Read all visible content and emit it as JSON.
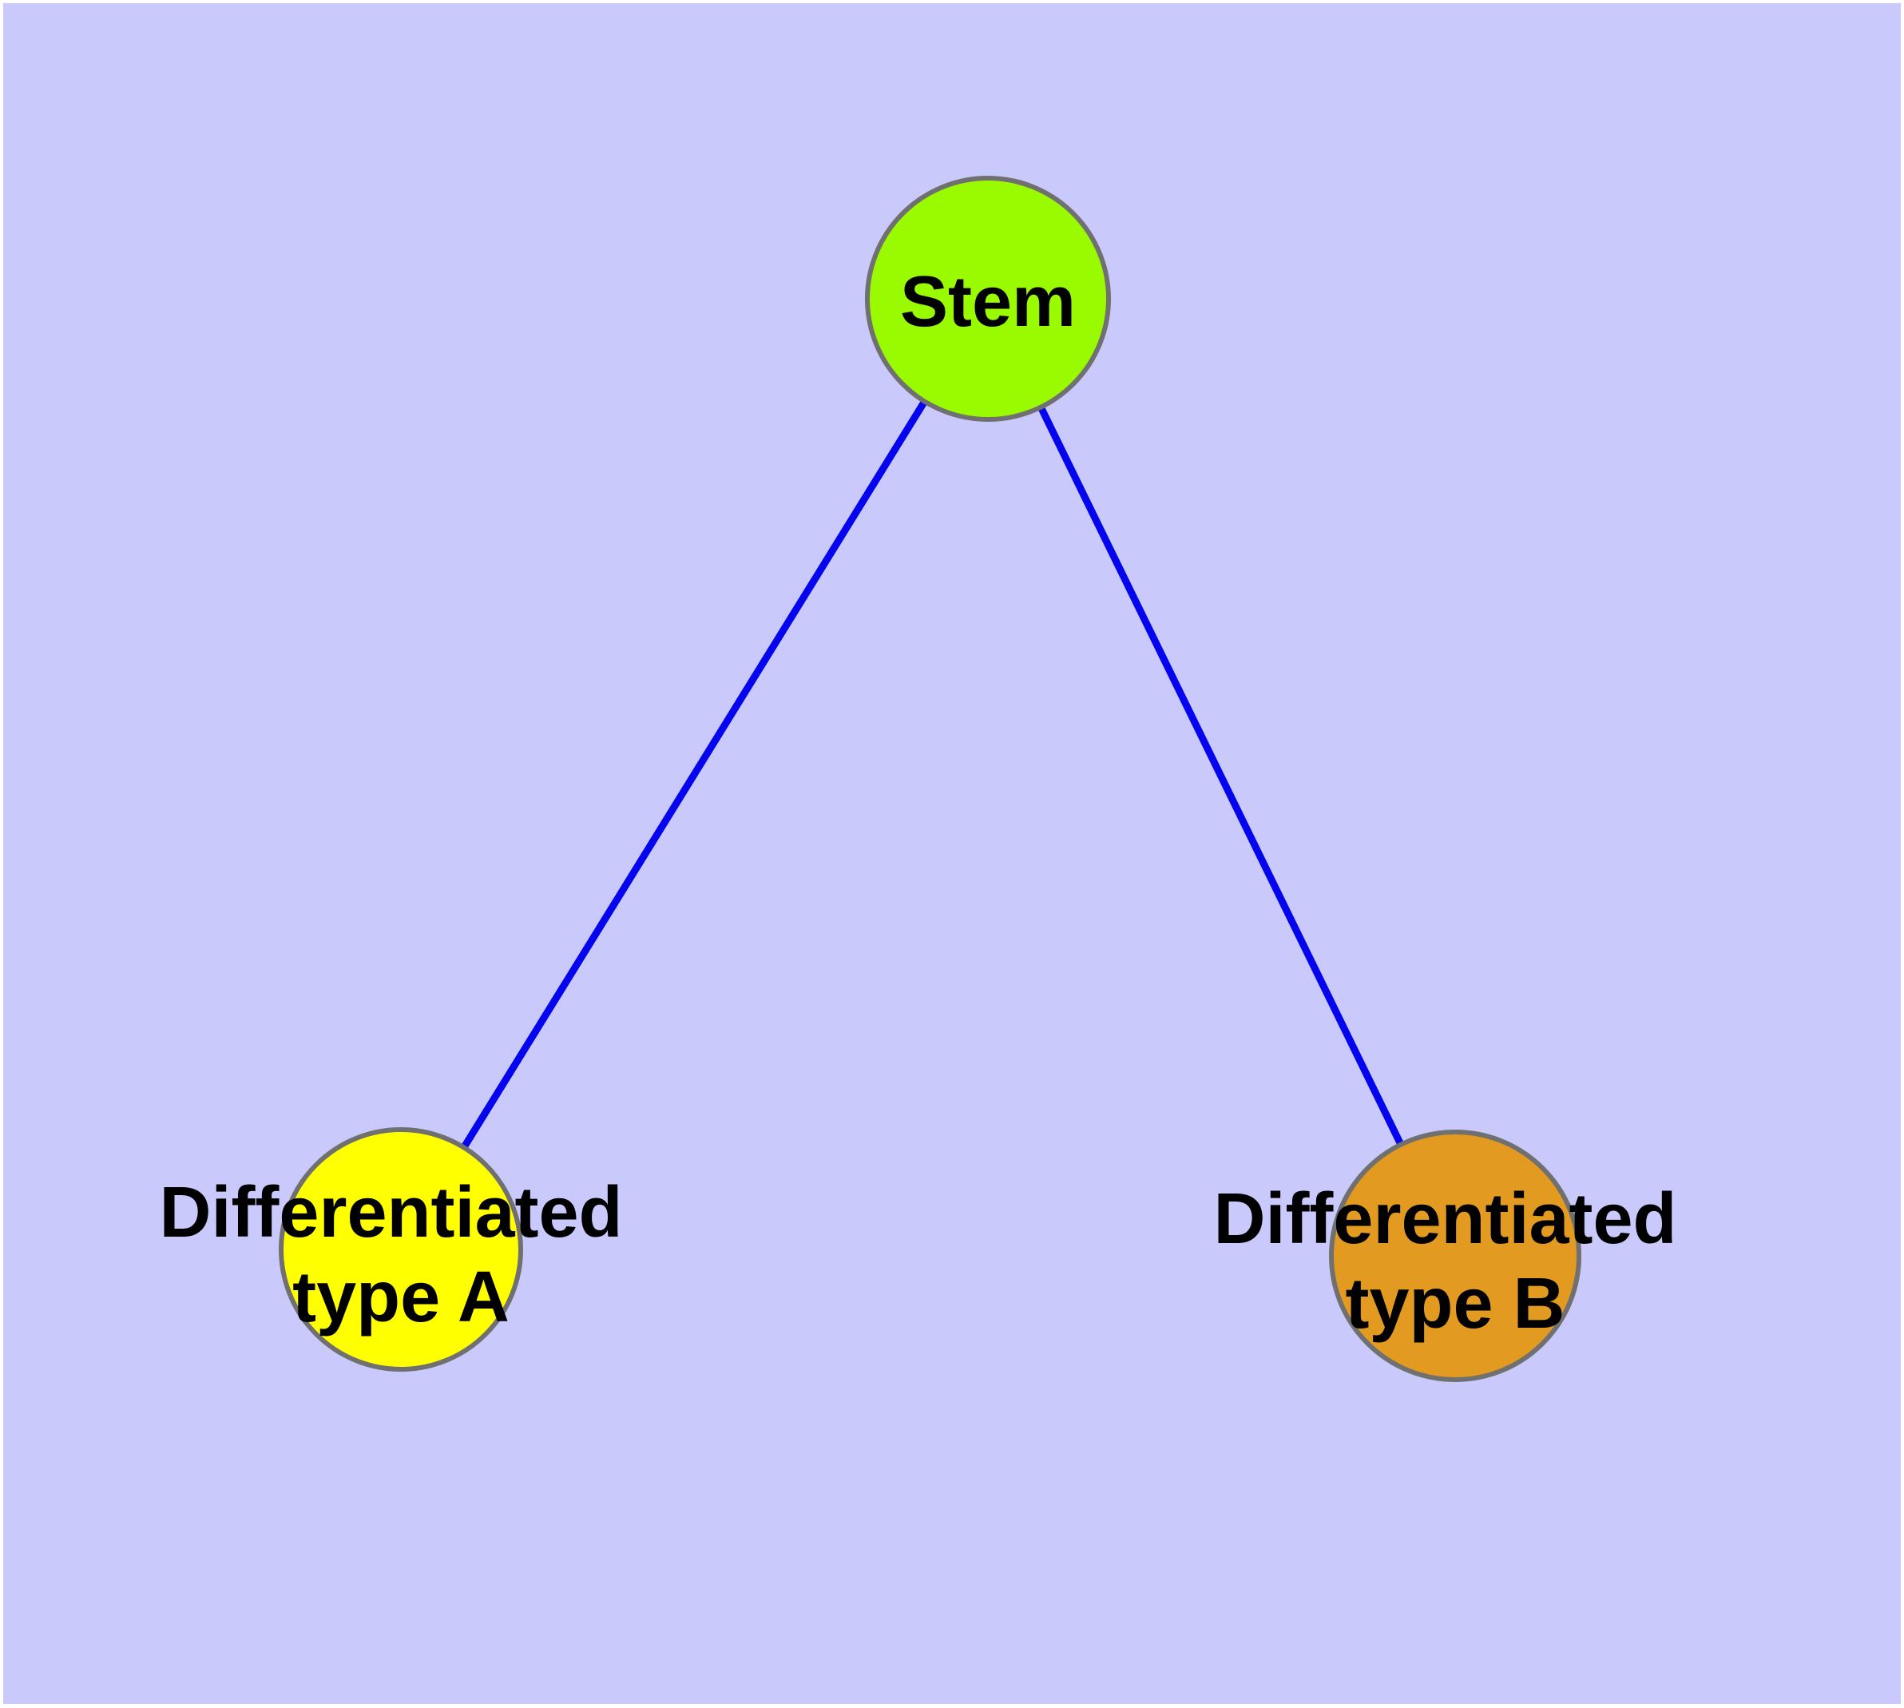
{
  "canvas": {
    "frame_color": "#ffffff",
    "background_color": "#c9c9fb"
  },
  "diagram": {
    "type": "node-link-graph",
    "nodes": [
      {
        "id": "stem",
        "label": "Stem",
        "shape": "circle",
        "fill": "#9afb00",
        "border_color": "#707070",
        "text_color": "#000000"
      },
      {
        "id": "differentiated-type-a",
        "label": "Differentiated type A",
        "label_lines": [
          "Differentiated",
          "type A"
        ],
        "shape": "circle",
        "fill": "#ffff00",
        "border_color": "#707070",
        "text_color": "#000000"
      },
      {
        "id": "differentiated-type-b",
        "label": "Differentiated type B",
        "label_lines": [
          "Differentiated",
          "type B"
        ],
        "shape": "circle",
        "fill": "#e29a20",
        "border_color": "#707070",
        "text_color": "#000000"
      }
    ],
    "edges": [
      {
        "from": "stem",
        "to": "differentiated-type-a",
        "color": "#0404ee"
      },
      {
        "from": "stem",
        "to": "differentiated-type-b",
        "color": "#0404ee"
      }
    ]
  }
}
